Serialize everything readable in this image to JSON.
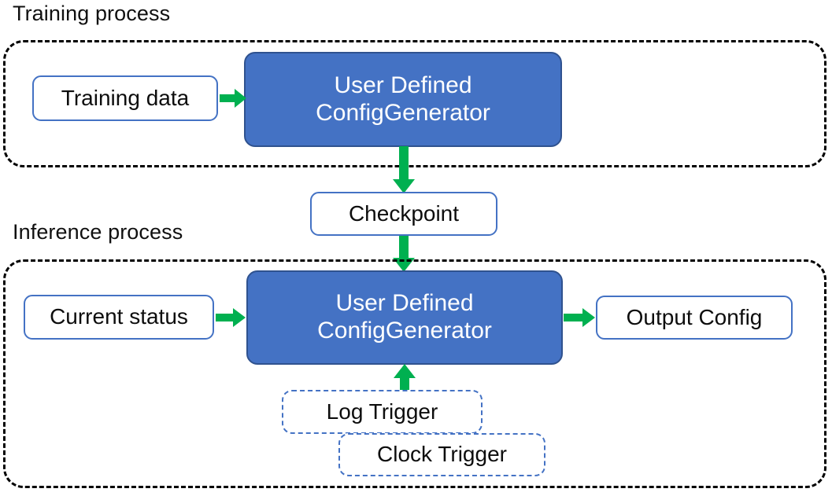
{
  "diagram": {
    "title_training": "Training process",
    "title_inference": "Inference process",
    "accent_blue": "#4472C4",
    "accent_blue_dark": "#2F528F",
    "accent_green": "#00B050",
    "container_border_color": "#000000",
    "text_color": "#0D0D0D"
  },
  "training": {
    "label": "Training process",
    "nodes": {
      "training_data": "Training data",
      "generator": "User Defined ConfigGenerator",
      "generator_line1": "User Defined",
      "generator_line2": "ConfigGenerator"
    }
  },
  "shared": {
    "checkpoint": "Checkpoint"
  },
  "inference": {
    "label": "Inference process",
    "nodes": {
      "current_status": "Current status",
      "generator_line1": "User Defined",
      "generator_line2": "ConfigGenerator",
      "output_config": "Output Config",
      "log_trigger": "Log Trigger",
      "clock_trigger": "Clock Trigger"
    }
  },
  "edges": [
    {
      "id": "training-data-to-generator",
      "from": "Training data",
      "to": "User Defined ConfigGenerator",
      "direction": "right"
    },
    {
      "id": "generator-to-checkpoint",
      "from": "User Defined ConfigGenerator",
      "to": "Checkpoint",
      "direction": "down"
    },
    {
      "id": "checkpoint-to-inference-generator",
      "from": "Checkpoint",
      "to": "User Defined ConfigGenerator",
      "direction": "down"
    },
    {
      "id": "current-status-to-generator",
      "from": "Current status",
      "to": "User Defined ConfigGenerator",
      "direction": "right"
    },
    {
      "id": "generator-to-output-config",
      "from": "User Defined ConfigGenerator",
      "to": "Output Config",
      "direction": "right"
    },
    {
      "id": "log-trigger-to-generator",
      "from": "Log Trigger",
      "to": "User Defined ConfigGenerator",
      "direction": "up"
    }
  ]
}
